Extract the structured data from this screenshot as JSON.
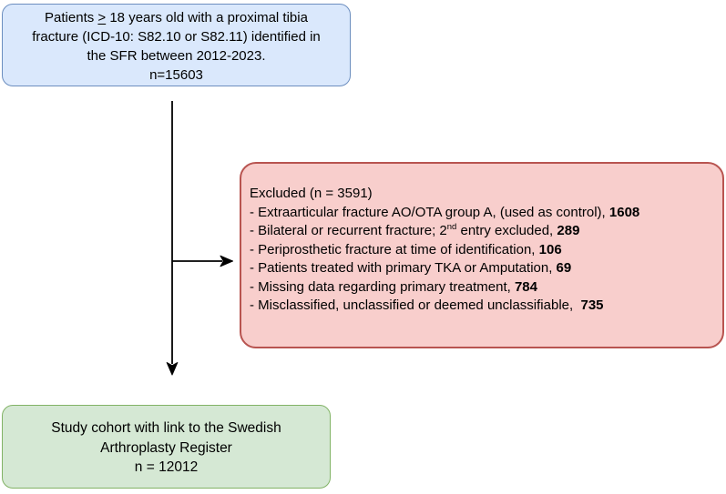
{
  "colors": {
    "source_fill": "#dae8fc",
    "source_border": "#6c8ebf",
    "excluded_fill": "#f8cecc",
    "excluded_border": "#b85450",
    "study_fill": "#d5e8d4",
    "study_border": "#82b366",
    "arrow": "#000000"
  },
  "source_box": {
    "line1_pre": "Patients ",
    "line1_gte": ">",
    "line1_post": " 18 years old with a proximal tibia",
    "line2": "fracture (ICD-10: S82.10 or S82.11) identified in",
    "line3": "the SFR between 2012-2023.",
    "line4": "n=15603"
  },
  "excluded_box": {
    "title": "Excluded (n = 3591)",
    "items": [
      {
        "text": "- Extraarticular fracture AO/OTA group A, (used as control), ",
        "count": "1608"
      },
      {
        "pre": "- Bilateral or recurrent fracture; 2",
        "sup": "nd",
        "post": " entry excluded, ",
        "count": "289"
      },
      {
        "text": "- Periprosthetic fracture at time of identification, ",
        "count": "106"
      },
      {
        "text": "- Patients treated with primary TKA or Amputation, ",
        "count": "69"
      },
      {
        "text": "- Missing data regarding primary treatment, ",
        "count": "784"
      },
      {
        "text": "- Misclassified, unclassified or deemed unclassifiable,  ",
        "count": "735"
      }
    ]
  },
  "study_box": {
    "line1": "Study cohort with link to the Swedish",
    "line2": "Arthroplasty Register",
    "line3": "n = 12012"
  }
}
